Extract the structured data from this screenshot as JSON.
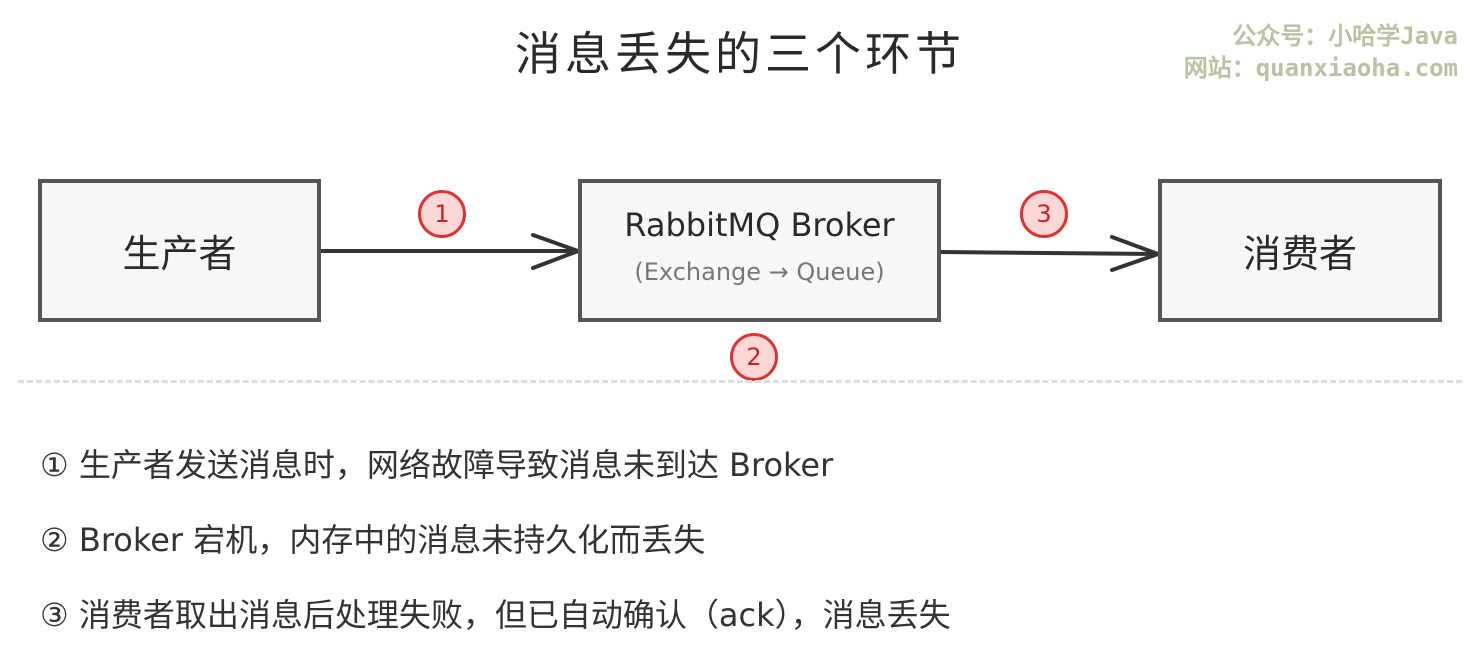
{
  "title": "消息丢失的三个环节",
  "watermark": {
    "line1": "公众号：小哈学Java",
    "line2": "网站：quanxiaoha.com"
  },
  "nodes": {
    "producer": "生产者",
    "broker_title": "RabbitMQ Broker",
    "broker_subtitle": "(Exchange → Queue)",
    "consumer": "消费者"
  },
  "badges": [
    "1",
    "2",
    "3"
  ],
  "colors": {
    "badge_fill": "#fbd7d7",
    "badge_stroke": "#dd3333",
    "box_stroke": "#555555",
    "watermark": "#b9c2a4"
  },
  "items": [
    "① 生产者发送消息时，网络故障导致消息未到达 Broker",
    "② Broker 宕机，内存中的消息未持久化而丢失",
    "③ 消费者取出消息后处理失败，但已自动确认（ack），消息丢失"
  ]
}
